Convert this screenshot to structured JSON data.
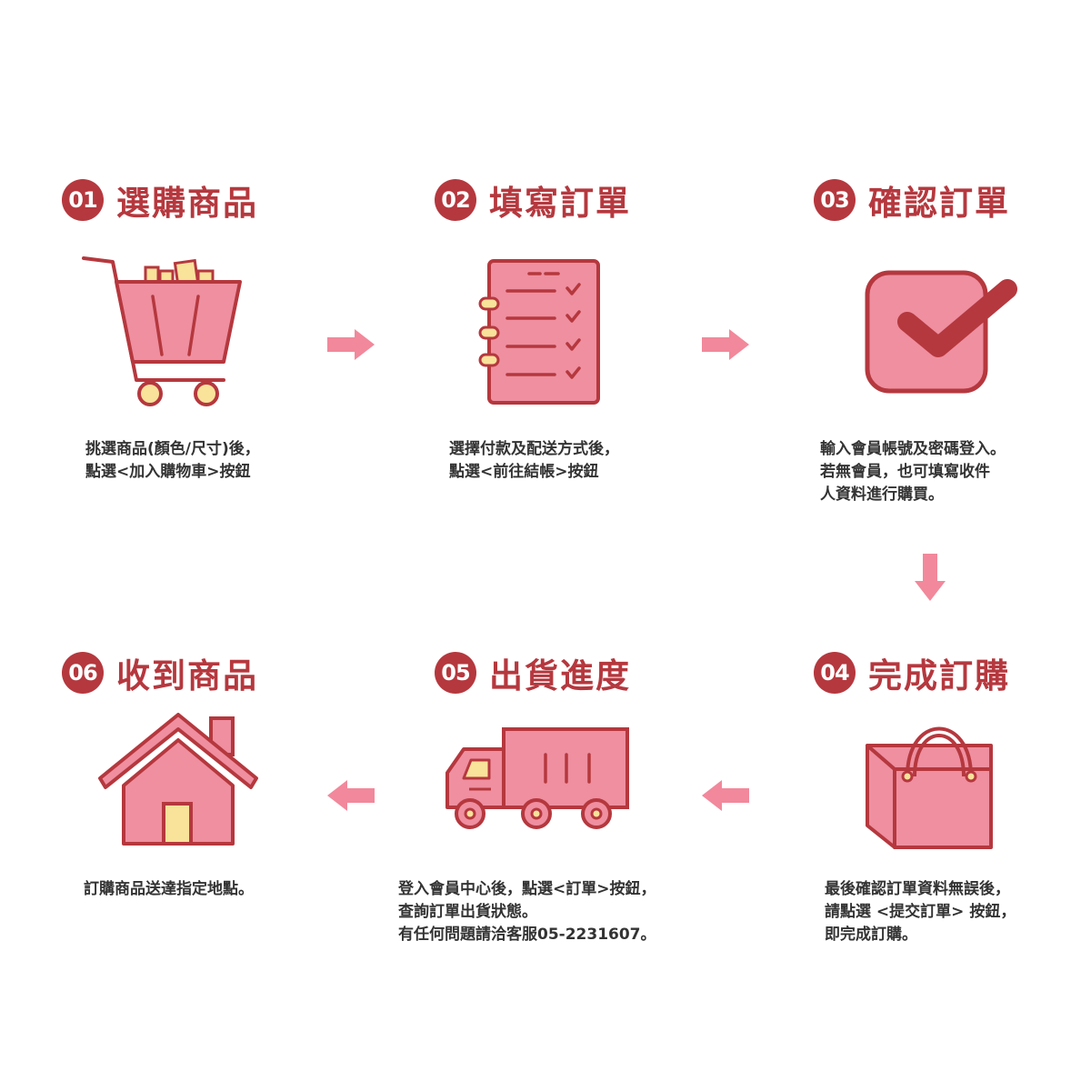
{
  "steps": [
    {
      "number": "01",
      "title": "選購商品",
      "description": "挑選商品(顏色/尺寸)後，\n點選<加入購物車>按鈕",
      "icon": "shopping-cart-icon"
    },
    {
      "number": "02",
      "title": "填寫訂單",
      "description": "選擇付款及配送方式後，\n點選<前往結帳>按鈕",
      "icon": "checklist-notebook-icon"
    },
    {
      "number": "03",
      "title": "確認訂單",
      "description": "輸入會員帳號及密碼登入。\n若無會員，也可填寫收件\n人資料進行購買。",
      "icon": "checkbox-check-icon"
    },
    {
      "number": "04",
      "title": "完成訂購",
      "description": "最後確認訂單資料無誤後，\n請點選 <提交訂單> 按鈕，\n即完成訂購。",
      "icon": "shopping-bag-icon"
    },
    {
      "number": "05",
      "title": "出貨進度",
      "description": "登入會員中心後，點選<訂單>按鈕，\n查詢訂單出貨狀態。\n有任何問題請洽客服05-2231607。",
      "icon": "delivery-truck-icon"
    },
    {
      "number": "06",
      "title": "收到商品",
      "description": "訂購商品送達指定地點。",
      "icon": "house-icon"
    }
  ],
  "colors": {
    "accent": "#b5383e",
    "fill_pink": "#ef8fa0",
    "arrow_pink": "#f2889b",
    "yellow": "#f9e29a",
    "text": "#333333"
  }
}
